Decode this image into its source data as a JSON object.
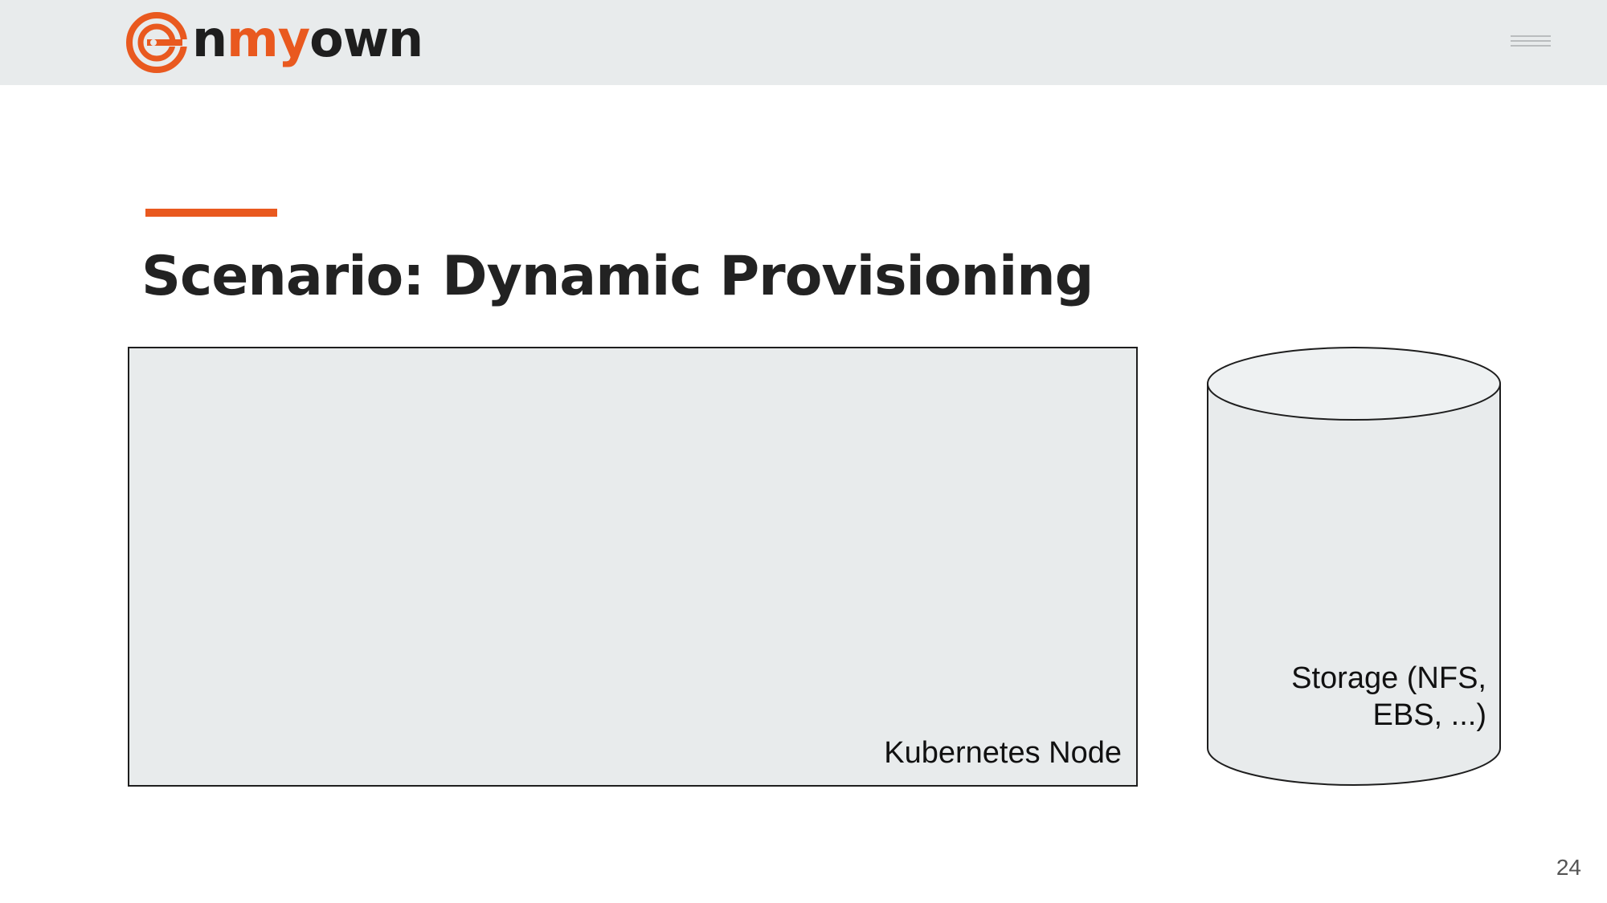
{
  "header": {
    "logo": {
      "icon": "target-g-icon",
      "text_part1": "n",
      "text_part2": "my",
      "text_part3": "own",
      "colors": {
        "accent": "#e9591f",
        "dark": "#1e1e1e"
      }
    },
    "menu_icon": "hamburger-menu-icon",
    "background": "#e8ebec"
  },
  "slide": {
    "title": "Scenario: Dynamic Provisioning",
    "accent_color": "#e9591f",
    "page_number": "24"
  },
  "diagram": {
    "node_label": "Kubernetes Node",
    "storage_label": "Storage (NFS,\nEBS, ...)",
    "fill_color": "#e8ebec",
    "stroke_color": "#1e1e1e"
  }
}
